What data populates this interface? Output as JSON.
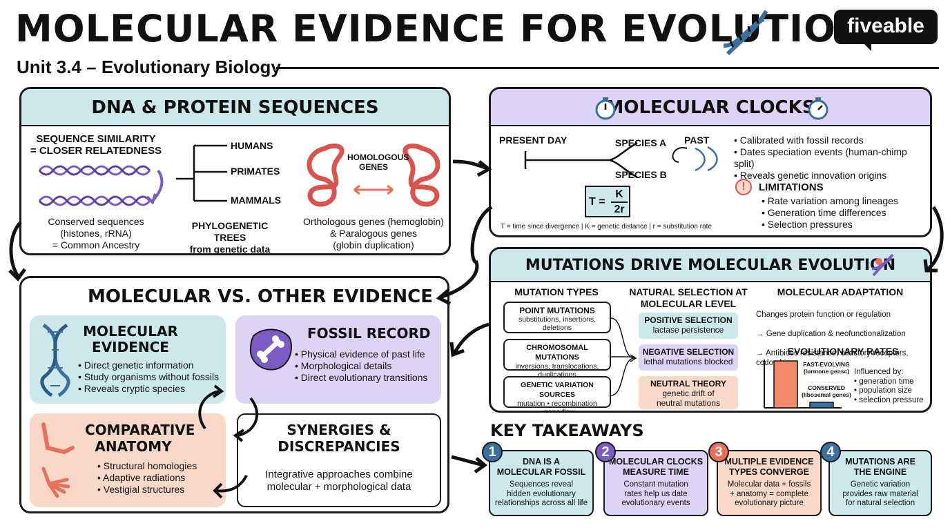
{
  "header": {
    "title": "MOLECULAR EVIDENCE FOR EVOLUTION",
    "subtitle": "Unit 3.4 – Evolutionary Biology",
    "logo": "fiveable"
  },
  "dna_panel": {
    "title": "DNA & PROTEIN SEQUENCES",
    "similarity_label": "SEQUENCE SIMILARITY\n= CLOSER RELATEDNESS",
    "conserved": "Conserved sequences\n(histones, rRNA)\n= Common Ancestry",
    "tree_leaves": [
      "HUMANS",
      "PRIMATES",
      "MAMMALS"
    ],
    "tree_caption": "PHYLOGENETIC TREES\nfrom genetic data",
    "homologous_label": "HOMOLOGOUS\nGENES",
    "genes_caption": "Orthologous genes (hemoglobin)\n& Paralogous genes\n(globin duplication)"
  },
  "clocks_panel": {
    "title": "MOLECULAR CLOCKS",
    "present_day": "PRESENT DAY",
    "species_a": "SPECIES A",
    "species_b": "SPECIES B",
    "past": "PAST",
    "formula_lhs": "T =",
    "formula_num": "K",
    "formula_den": "2r",
    "formula_note": "T = time since divergence | K = genetic distance | r = substitution rate",
    "bullets": [
      "Calibrated with fossil records",
      "Dates speciation events (human-chimp split)",
      "Reveals genetic innovation origins"
    ],
    "limitations_title": "LIMITATIONS",
    "limitations": [
      "Rate variation among lineages",
      "Generation time differences",
      "Selection pressures"
    ]
  },
  "mutations_panel": {
    "title": "MUTATIONS DRIVE MOLECULAR EVOLUTION",
    "types_title": "MUTATION TYPES",
    "types": [
      {
        "name": "POINT MUTATIONS",
        "desc": "substitutions, insertions,\ndeletions"
      },
      {
        "name": "CHROMOSOMAL MUTATIONS",
        "desc": "inversions, translocations,\nduplications"
      },
      {
        "name": "GENETIC VARIATION SOURCES",
        "desc": "mutation • recombination\n• gene flow"
      }
    ],
    "selection_title": "NATURAL SELECTION AT\nMOLECULAR LEVEL",
    "selection": [
      {
        "name": "POSITIVE SELECTION",
        "desc": "lactase persistence"
      },
      {
        "name": "NEGATIVE SELECTION",
        "desc": "lethal mutations blocked"
      },
      {
        "name": "NEUTRAL THEORY",
        "desc": "genetic drift of\nneutral mutations"
      }
    ],
    "adaptation_title": "MOLECULAR ADAPTATION",
    "adaptation": [
      "Changes protein function or regulation",
      "→ Gene duplication & neofunctionalization",
      "→ Antibiotic resistance, olfactory receptors,\n    codon bias"
    ],
    "rates_title": "EVOLUTIONARY RATES",
    "fast_label": "FAST-EVOLVING\n(lurmone gensc)",
    "slow_label": "CONSERVED\n(Ilbosemal genes)",
    "influenced_title": "Influenced by:",
    "influenced": [
      "generation time",
      "population size",
      "selection pressure"
    ],
    "bar_values": {
      "fast": 1.0,
      "conserved": 0.12
    },
    "colors": {
      "fast": "#f08a6a",
      "conserved": "#3b6fa0"
    }
  },
  "comparison_panel": {
    "title": "MOLECULAR VS. OTHER EVIDENCE",
    "molecular": {
      "title": "MOLECULAR\nEVIDENCE",
      "bullets": [
        "Direct genetic information",
        "Study organisms without fossils",
        "Reveals cryptic species"
      ]
    },
    "fossil": {
      "title": "FOSSIL RECORD",
      "bullets": [
        "Physical evidence of past life",
        "Morphological details",
        "Direct evolutionary transitions"
      ]
    },
    "anatomy": {
      "title": "COMPARATIVE\nANATOMY",
      "bullets": [
        "Structural homologies",
        "Adaptive radiations",
        "Vestigial structures"
      ]
    },
    "synergies": {
      "title": "SYNERGIES &\nDISCREPANCIES",
      "text": "Integrative approaches combine\nmolecular + morphological data"
    }
  },
  "takeaways": {
    "title": "KEY TAKEAWAYS",
    "items": [
      {
        "num": "1",
        "title": "DNA IS A\nMOLECULAR FOSSIL",
        "text": "Sequences reveal\nhidden evolutionary\nrelationships across all life"
      },
      {
        "num": "2",
        "title": "MOLECULAR CLOCKS\nMEASURE TIME",
        "text": "Constant mutation\nrates help us date\nevolutionary events"
      },
      {
        "num": "3",
        "title": "MULTIPLE EVIDENCE\nTYPES CONVERGE",
        "text": "Molecular data + fossils\n+ anatomy = complete\nevolutionary picture"
      },
      {
        "num": "4",
        "title": "MUTATIONS ARE\nTHE ENGINE",
        "text": "Genetic variation\nprovides raw material\nfor natural selection"
      }
    ]
  },
  "colors": {
    "teal": "#cde8ea",
    "lilac": "#ddd3f4",
    "peach": "#f8d8c8",
    "coral": "#e8705a",
    "purple": "#7b5cc4",
    "blue": "#3b6fa0"
  }
}
